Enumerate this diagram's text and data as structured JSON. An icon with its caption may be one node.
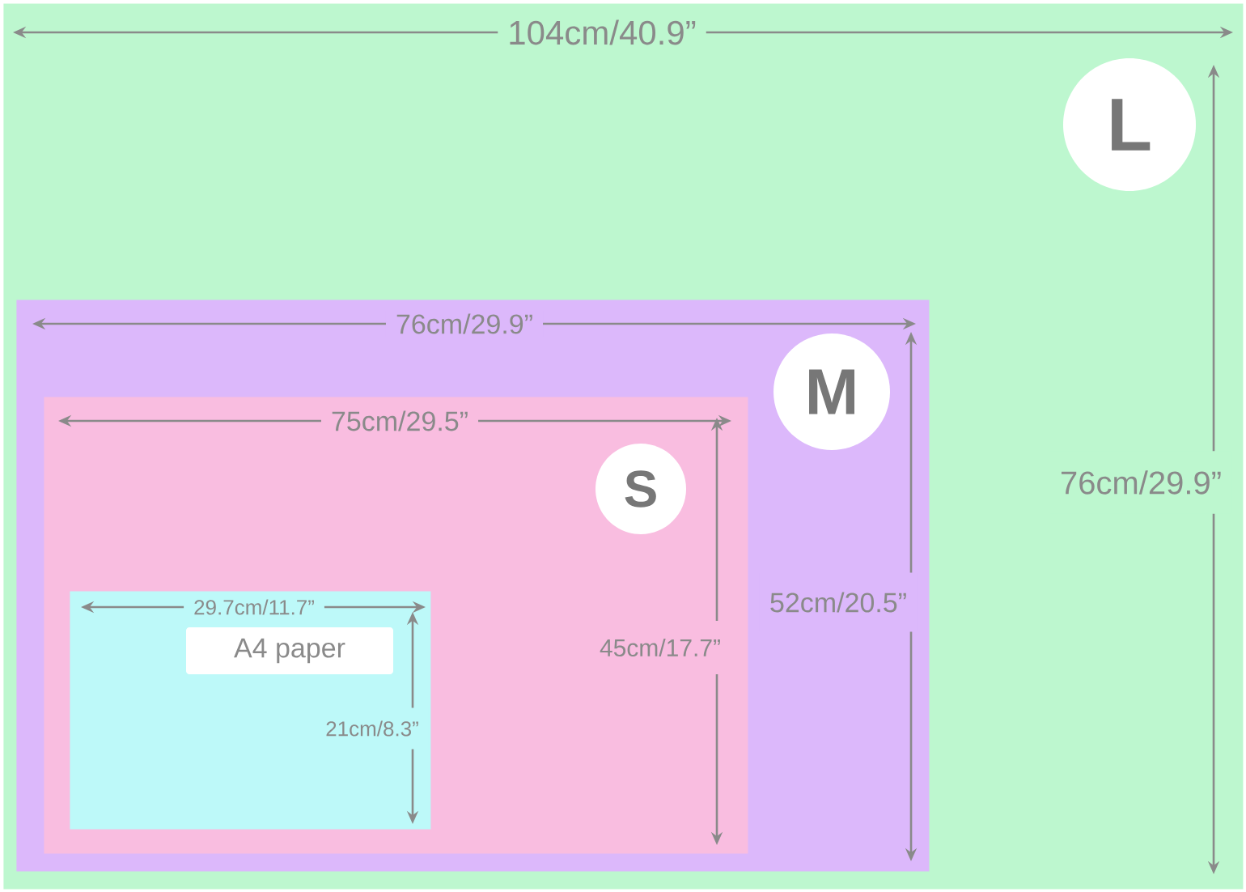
{
  "diagram": {
    "nodes": [
      {
        "text": [
          "L"
        ]
      },
      {
        "text": [
          "M"
        ],
        "in": 0
      },
      {
        "text": [
          "S"
        ],
        "in": 1
      },
      {
        "text": [
          "A4 paper"
        ],
        "in": 2
      }
    ],
    "labels": [
      "104cm/40.9”",
      "76cm/29.9”",
      "75cm/29.5”",
      "76cm/29.9”",
      "52cm/20.5”",
      "29.7cm/11.7”",
      "45cm/17.7”",
      "21cm/8.3”"
    ]
  }
}
